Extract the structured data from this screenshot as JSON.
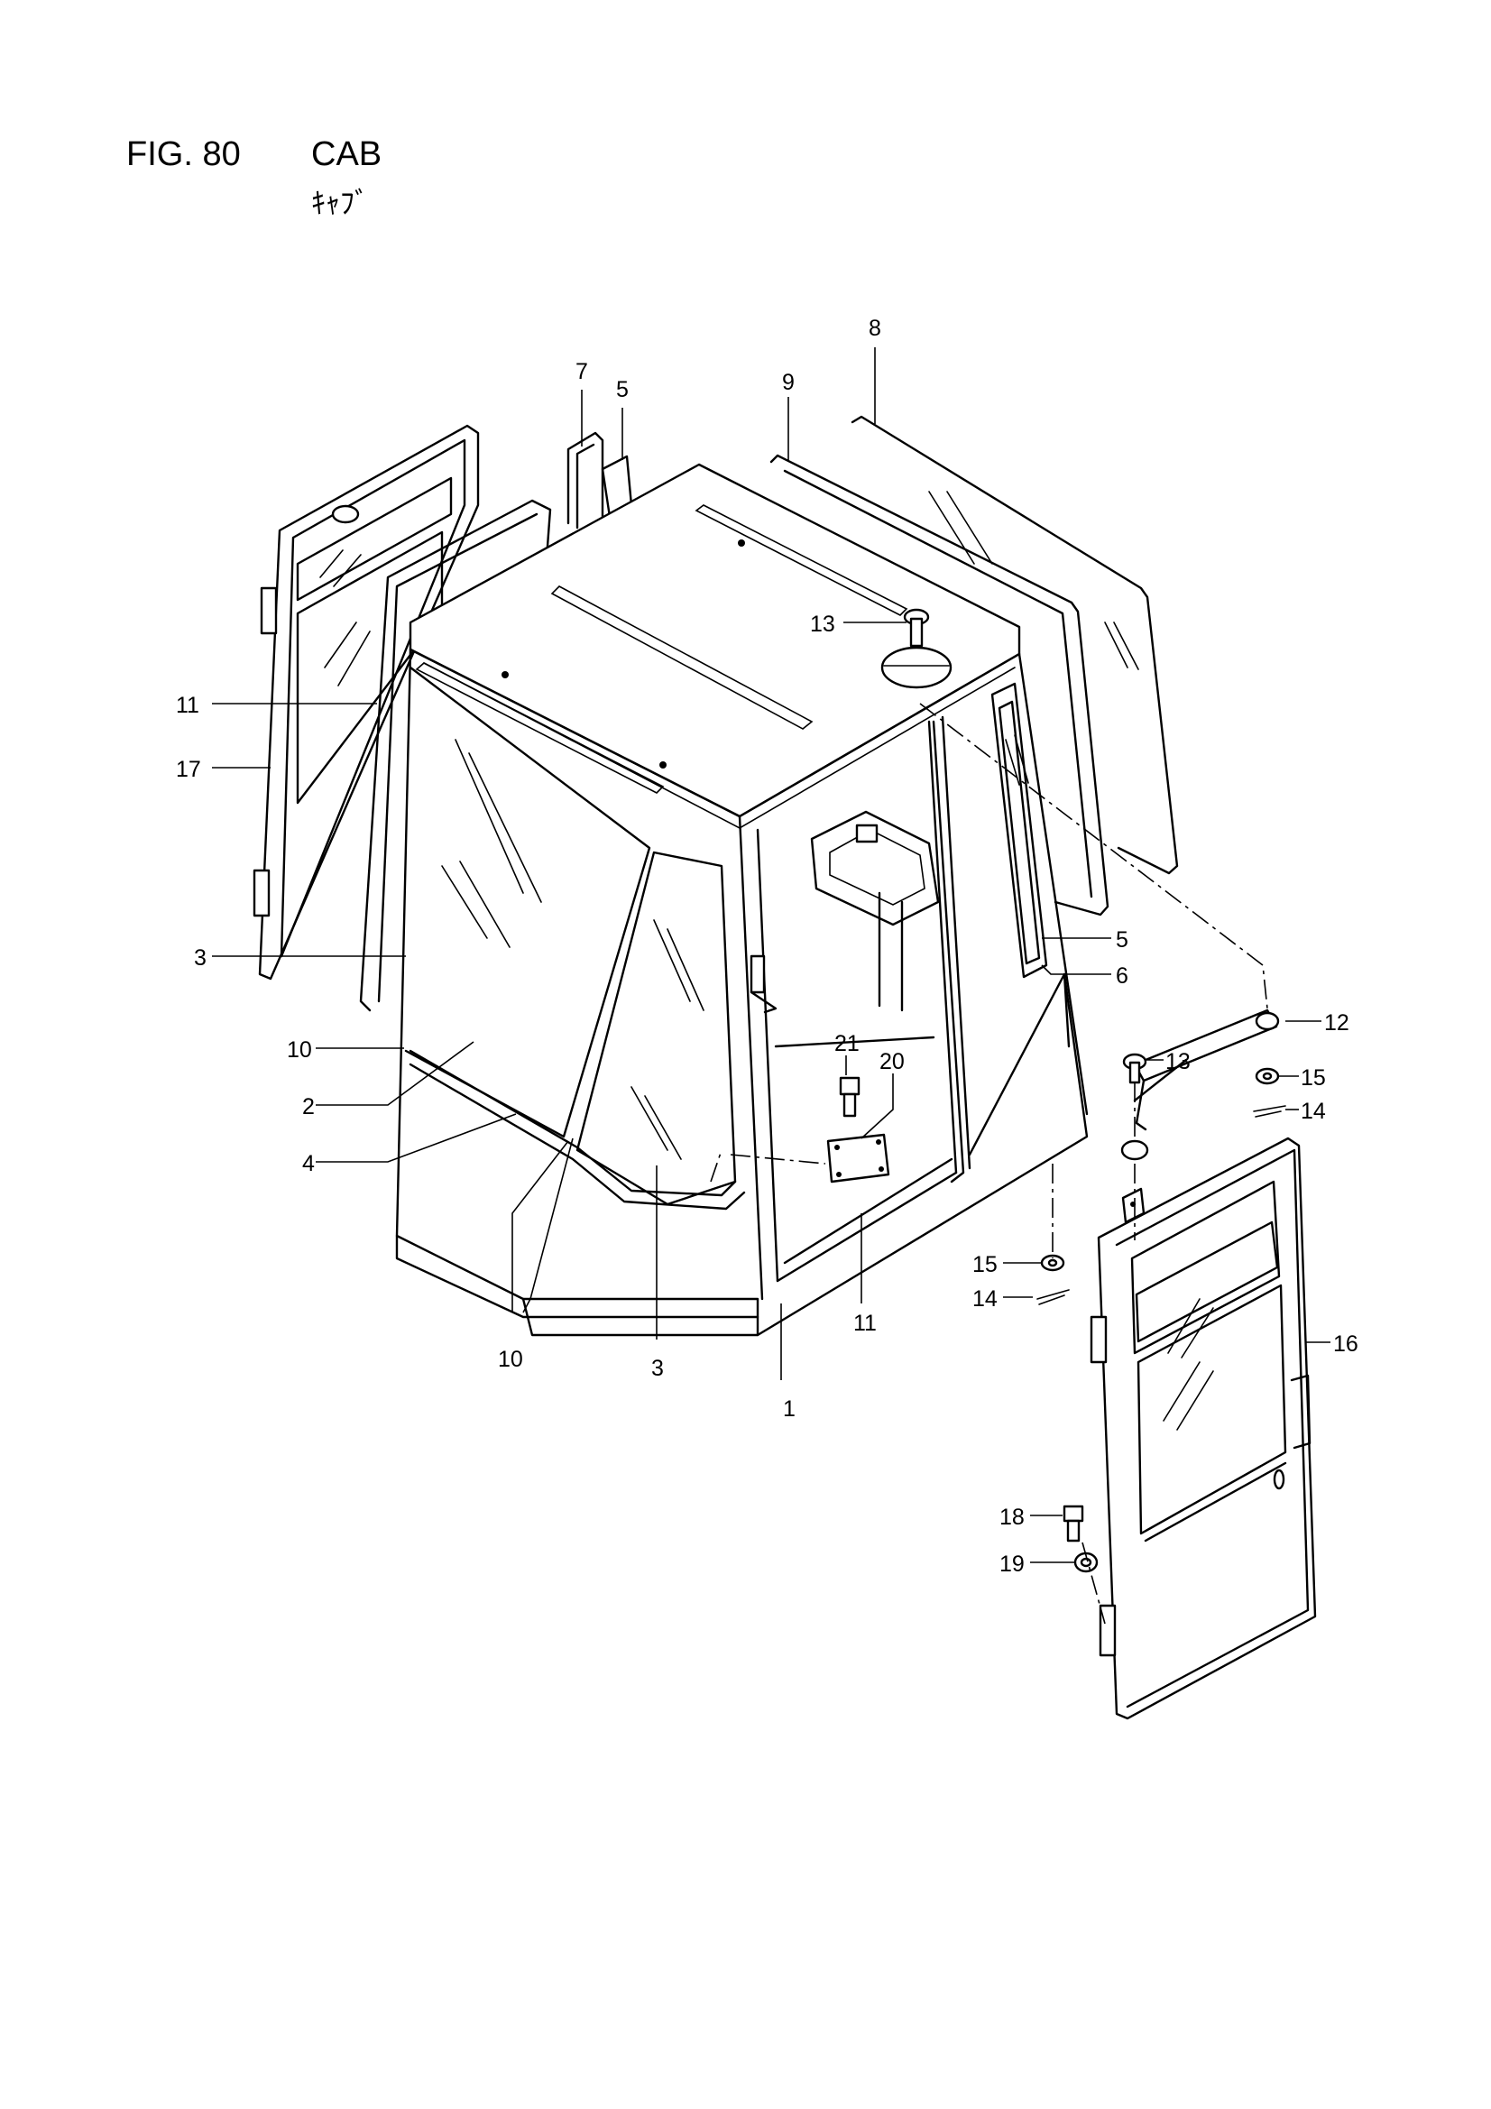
{
  "figure": {
    "number": "FIG. 80",
    "title": "CAB",
    "title_jp": "ｷｬﾌﾞ"
  },
  "callouts": [
    {
      "id": "c1",
      "text": "1"
    },
    {
      "id": "c2",
      "text": "2"
    },
    {
      "id": "c3a",
      "text": "3"
    },
    {
      "id": "c3b",
      "text": "3"
    },
    {
      "id": "c4",
      "text": "4"
    },
    {
      "id": "c5a",
      "text": "5"
    },
    {
      "id": "c5b",
      "text": "5"
    },
    {
      "id": "c6",
      "text": "6"
    },
    {
      "id": "c7",
      "text": "7"
    },
    {
      "id": "c8",
      "text": "8"
    },
    {
      "id": "c9",
      "text": "9"
    },
    {
      "id": "c10a",
      "text": "10"
    },
    {
      "id": "c10b",
      "text": "10"
    },
    {
      "id": "c11a",
      "text": "11"
    },
    {
      "id": "c11b",
      "text": "11"
    },
    {
      "id": "c12",
      "text": "12"
    },
    {
      "id": "c13a",
      "text": "13"
    },
    {
      "id": "c13b",
      "text": "13"
    },
    {
      "id": "c14a",
      "text": "14"
    },
    {
      "id": "c14b",
      "text": "14"
    },
    {
      "id": "c15a",
      "text": "15"
    },
    {
      "id": "c15b",
      "text": "15"
    },
    {
      "id": "c16",
      "text": "16"
    },
    {
      "id": "c17",
      "text": "17"
    },
    {
      "id": "c18",
      "text": "18"
    },
    {
      "id": "c19",
      "text": "19"
    },
    {
      "id": "c20",
      "text": "20"
    },
    {
      "id": "c21",
      "text": "21"
    }
  ]
}
